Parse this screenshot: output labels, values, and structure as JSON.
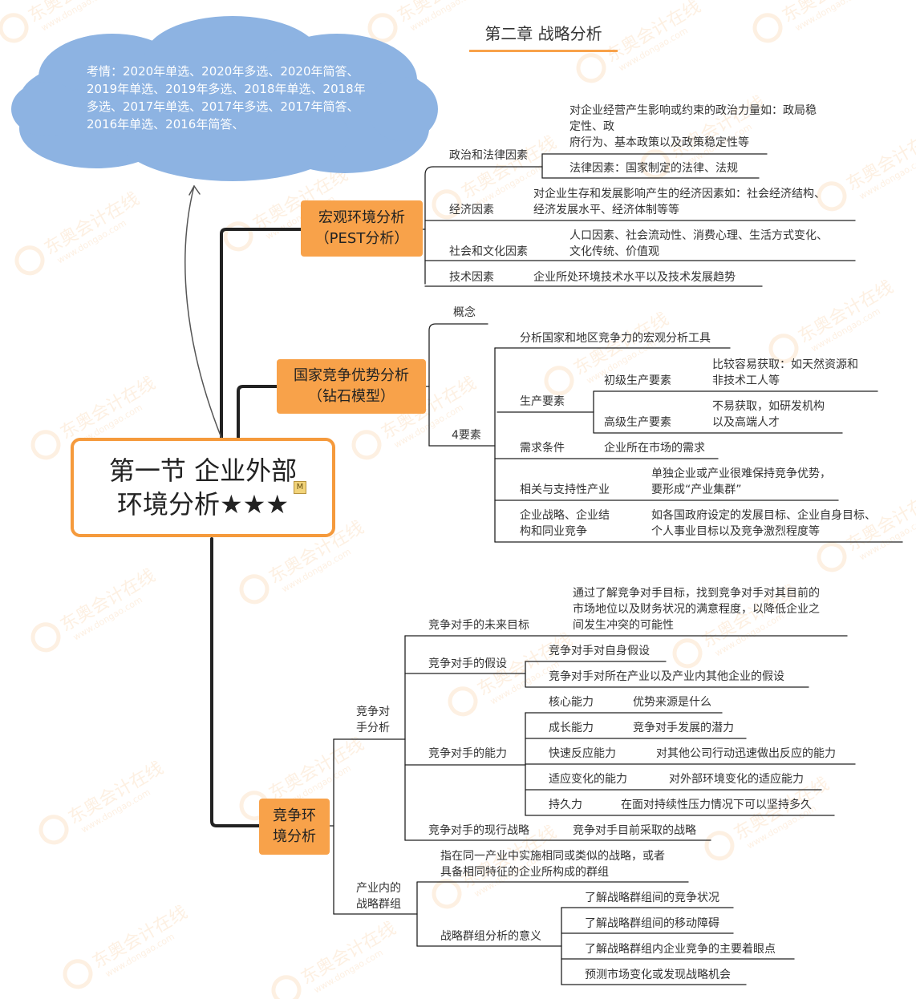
{
  "chapter_title": "第二章 战略分析",
  "cloud": {
    "lines": [
      "考情：2020年单选、2020年多选、2020年简答、",
      "2019年单选、2019年多选、2018年单选、2018年",
      "多选、2017年单选、2017年多选、2017年简答、",
      "2016年单选、2016年简答、"
    ]
  },
  "central": {
    "line1": "第一节 企业外部",
    "line2": "环境分析★★★",
    "marker": "M"
  },
  "branches": {
    "pest": {
      "title1": "宏观环境分析",
      "title2": "（PEST分析）",
      "political": {
        "label": "政治和法律因素",
        "desc1": "对企业经营产生影响或约束的政治力量如：政局稳",
        "desc2": "定性、政",
        "desc3": "府行为、基本政策以及政策稳定性等",
        "legal": "法律因素：国家制定的法律、法规"
      },
      "economic": {
        "label": "经济因素",
        "desc1": "对企业生存和发展影响产生的经济因素如：社会经济结构、",
        "desc2": "经济发展水平、经济体制等等"
      },
      "social": {
        "label": "社会和文化因素",
        "desc1": "人口因素、社会流动性、消费心理、生活方式变化、",
        "desc2": "文化传统、价值观"
      },
      "tech": {
        "label": "技术因素",
        "desc": "企业所处环境技术水平以及技术发展趋势"
      }
    },
    "diamond": {
      "title1": "国家竞争优势分析",
      "title2": "（钻石模型）",
      "concept": {
        "label": "概念",
        "desc": "分析国家和地区竞争力的宏观分析工具"
      },
      "four": {
        "label": "4要素",
        "factors": {
          "label": "生产要素",
          "primary": {
            "label": "初级生产要素",
            "desc1": "比较容易获取：如天然资源和",
            "desc2": "非技术工人等"
          },
          "advanced": {
            "label": "高级生产要素",
            "desc1": "不易获取，如研发机构",
            "desc2": "以及高端人才"
          }
        },
        "demand": {
          "label": "需求条件",
          "desc": "企业所在市场的需求"
        },
        "related": {
          "label": "相关与支持性产业",
          "desc1": "单独企业或产业很难保持竞争优势，",
          "desc2": "要形成“产业集群”"
        },
        "strategy": {
          "label1": "企业战略、企业结",
          "label2": "构和同业竞争",
          "desc1": "如各国政府设定的发展目标、企业自身目标、",
          "desc2": "个人事业目标以及竞争激烈程度等"
        }
      }
    },
    "competition": {
      "title1": "竞争环",
      "title2": "境分析",
      "rival": {
        "label1": "竞争对",
        "label2": "手分析",
        "future": {
          "label": "竞争对手的未来目标",
          "desc1": "通过了解竞争对手目标，找到竞争对手对其目前的",
          "desc2": "市场地位以及财务状况的满意程度，以降低企业之",
          "desc3": "间发生冲突的可能性"
        },
        "assumptions": {
          "label": "竞争对手的假设",
          "self": "竞争对手对自身假设",
          "industry": "竞争对手对所在产业以及产业内其他企业的假设"
        },
        "ability": {
          "label": "竞争对手的能力",
          "items": [
            {
              "name": "核心能力",
              "desc": "优势来源是什么"
            },
            {
              "name": "成长能力",
              "desc": "竞争对手发展的潜力"
            },
            {
              "name": "快速反应能力",
              "desc": "对其他公司行动迅速做出反应的能力"
            },
            {
              "name": "适应变化的能力",
              "desc": "对外部环境变化的适应能力"
            },
            {
              "name": "持久力",
              "desc": "在面对持续性压力情况下可以坚持多久"
            }
          ]
        },
        "current": {
          "label": "竞争对手的现行战略",
          "desc": "竞争对手目前采取的战略"
        }
      },
      "groups": {
        "label1": "产业内的",
        "label2": "战略群组",
        "desc1": "指在同一产业中实施相同或类似的战略，或者",
        "desc2": "具备相同特征的企业所构成的群组",
        "significance": {
          "label": "战略群组分析的意义",
          "items": [
            "了解战略群组间的竞争状况",
            "了解战略群组间的移动障碍",
            "了解战略群组内企业竞争的主要着眼点",
            "预测市场变化或发现战略机会"
          ]
        }
      }
    }
  },
  "watermark": {
    "brand": "东奥会计在线",
    "url": "www.dongao.com"
  },
  "colors": {
    "node": "#f8a24a",
    "cloud": "#8db3e2",
    "line": "#222222",
    "accent": "#f59a3c"
  }
}
